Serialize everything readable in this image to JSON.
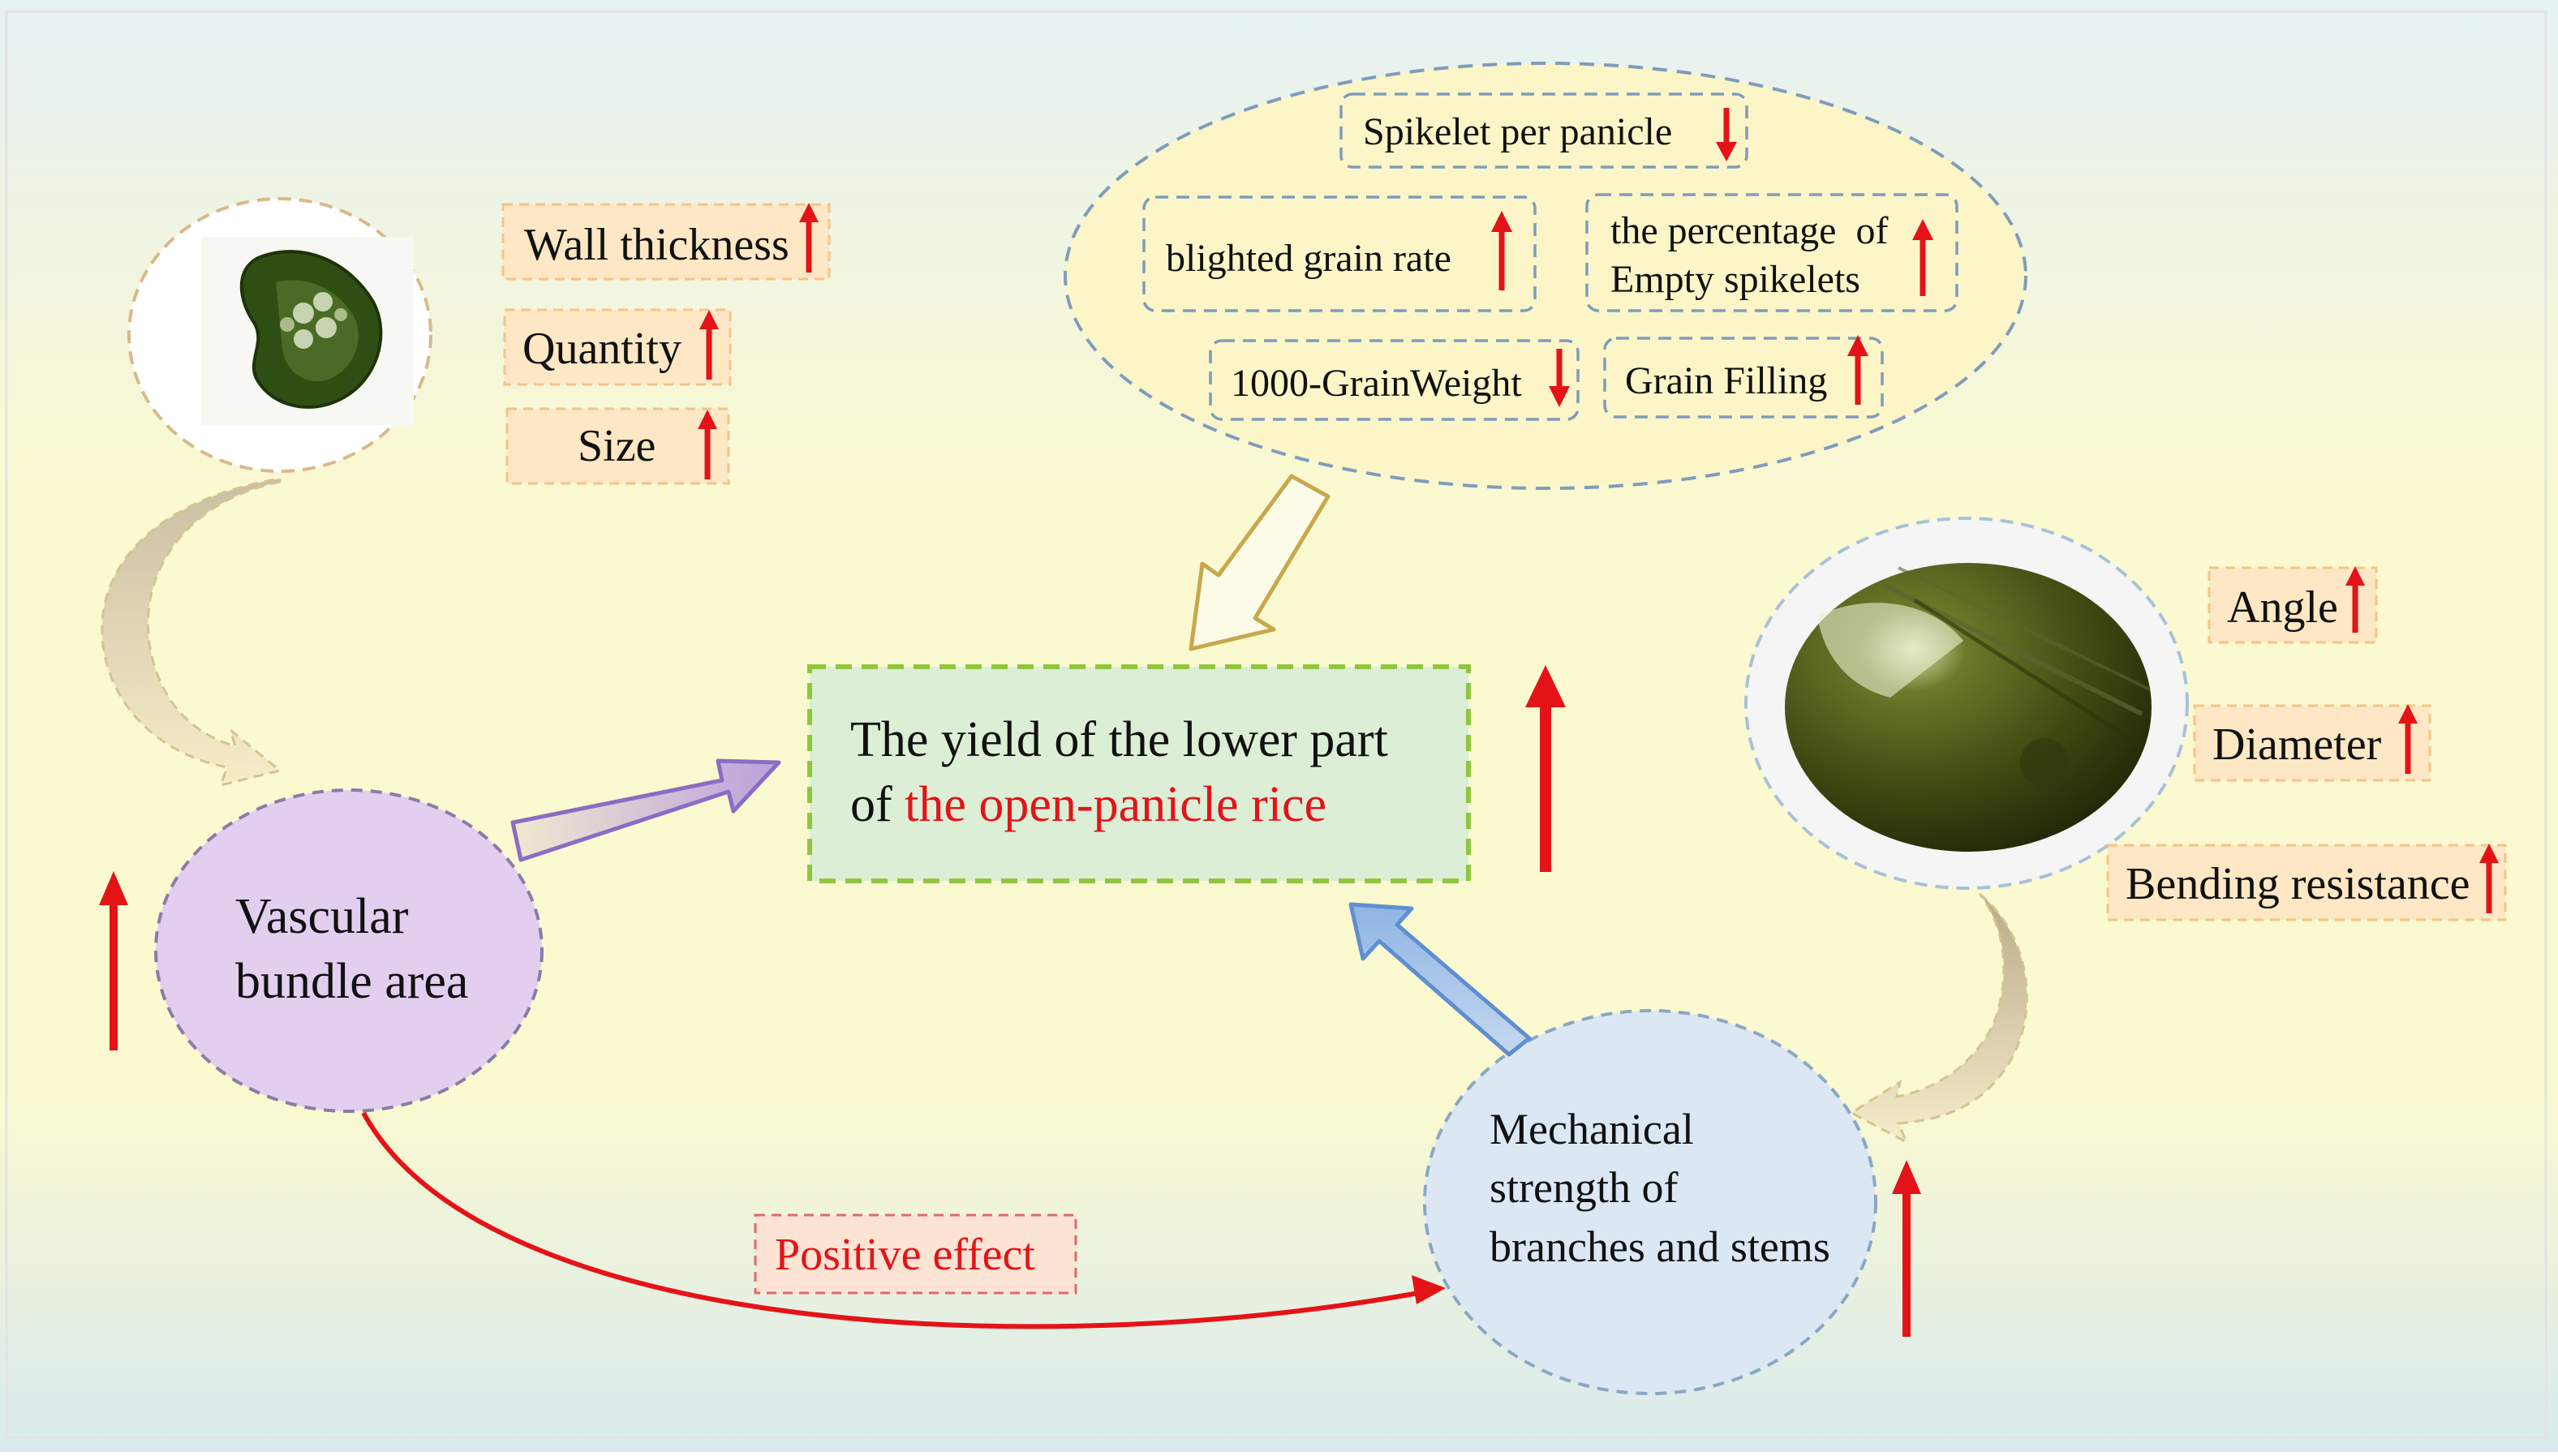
{
  "colors": {
    "bg_top": "#e6f1f3",
    "bg_mid": "#fbf9cf",
    "bg_bottom": "#d9eaee",
    "arrow_red": "#e41318",
    "text_red": "#e41318",
    "tag_fill": "#fde7c4",
    "tag_border": "#f2c48a",
    "yield_fill": "#dcefd6",
    "yield_border": "#8fc63f",
    "vascular_fill": "#e2cff0",
    "mech_fill": "#dbe8f3",
    "yield_ellipse_fill": "#fbf5c7"
  },
  "yield_box": {
    "line1": "The yield of the lower part",
    "line2_prefix": "of ",
    "line2_highlight": "the open-panicle rice"
  },
  "vascular": {
    "line1": "Vascular",
    "line2": "bundle area",
    "image_icon": "stem-cross-section-image",
    "tags": [
      "Wall thickness",
      "Quantity",
      "Size"
    ]
  },
  "mechanical": {
    "line1": "Mechanical",
    "line2": "strength of",
    "line3": "branches and stems",
    "image_icon": "stem-microscope-image",
    "tags": [
      "Angle",
      "Diameter",
      "Bending resistance"
    ]
  },
  "yield_traits": {
    "spikelet": "Spikelet per panicle",
    "blighted": "blighted grain rate",
    "empty_line1": "the percentage  of",
    "empty_line2": "Empty spikelets",
    "grain_weight": "1000-GrainWeight",
    "grain_filling": "Grain Filling"
  },
  "positive_effect": "Positive effect"
}
